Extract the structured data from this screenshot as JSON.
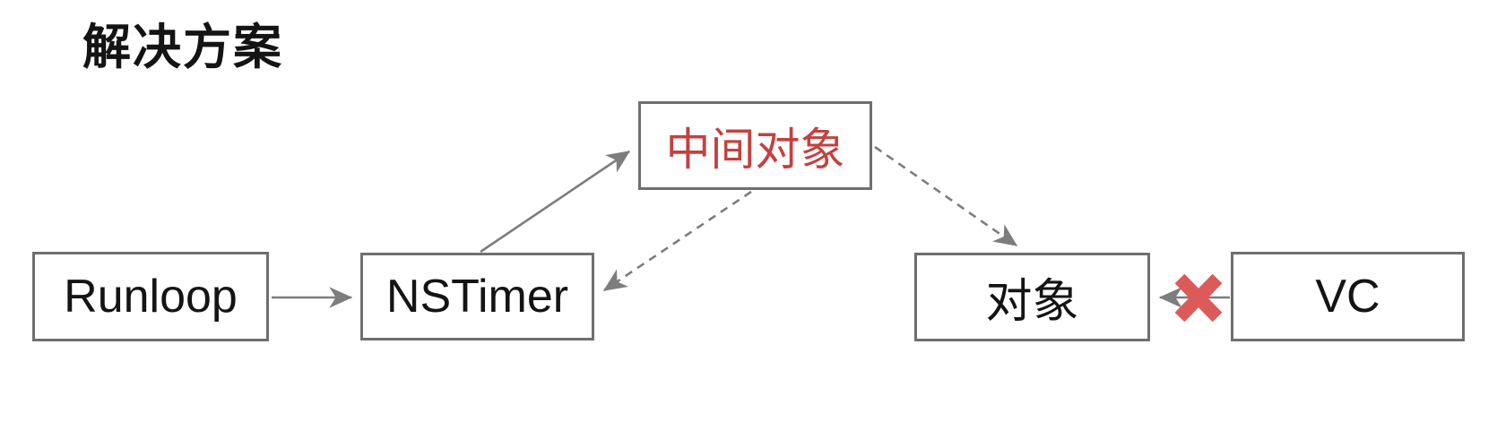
{
  "title": "解决方案",
  "colors": {
    "background": "#ffffff",
    "box_border": "#6f6f6f",
    "box_fill": "#ffffff",
    "arrow": "#7d7d7d",
    "text": "#141414",
    "highlight_text": "#c5403e",
    "cross": "#dc5b59"
  },
  "nodes": [
    {
      "id": "runloop",
      "label": "Runloop",
      "highlight": false
    },
    {
      "id": "nstimer",
      "label": "NSTimer",
      "highlight": false
    },
    {
      "id": "intermediate",
      "label": "中间对象",
      "highlight": true
    },
    {
      "id": "object",
      "label": "对象",
      "highlight": false
    },
    {
      "id": "vc",
      "label": "VC",
      "highlight": false
    }
  ],
  "edges": [
    {
      "from": "runloop",
      "to": "nstimer",
      "style": "solid",
      "broken": false
    },
    {
      "from": "nstimer",
      "to": "intermediate",
      "style": "solid",
      "broken": false
    },
    {
      "from": "intermediate",
      "to": "nstimer",
      "style": "dashed",
      "broken": false
    },
    {
      "from": "intermediate",
      "to": "object",
      "style": "dashed",
      "broken": false
    },
    {
      "from": "vc",
      "to": "object",
      "style": "solid",
      "broken": true
    }
  ],
  "icons": {
    "broken_reference_icon": "red-x-cross"
  }
}
